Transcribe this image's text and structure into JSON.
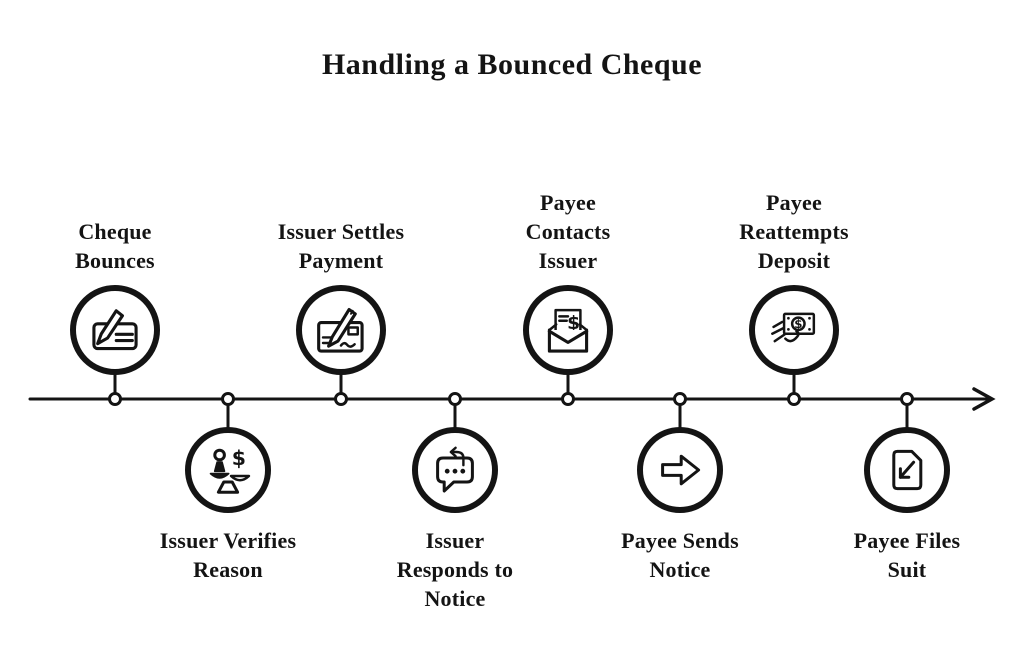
{
  "title": "Handling a Bounced Cheque",
  "colors": {
    "ink": "#141414",
    "background": "#ffffff"
  },
  "timeline": {
    "direction": "left-to-right",
    "steps": [
      {
        "label": "Cheque\nBounces",
        "icon": "pen-writing-cheque-icon",
        "side": "above"
      },
      {
        "label": "Issuer Verifies\nReason",
        "icon": "balance-scale-icon",
        "side": "below"
      },
      {
        "label": "Issuer Settles\nPayment",
        "icon": "pen-signing-cheque-icon",
        "side": "above"
      },
      {
        "label": "Issuer\nResponds to\nNotice",
        "icon": "speech-bubble-reply-icon",
        "side": "below"
      },
      {
        "label": "Payee\nContacts\nIssuer",
        "icon": "envelope-dollar-letter-icon",
        "side": "above"
      },
      {
        "label": "Payee Sends\nNotice",
        "icon": "right-arrow-icon",
        "side": "below"
      },
      {
        "label": "Payee\nReattempts\nDeposit",
        "icon": "hand-banknote-icon",
        "side": "above"
      },
      {
        "label": "Payee Files\nSuit",
        "icon": "document-arrow-icon",
        "side": "below"
      }
    ]
  }
}
